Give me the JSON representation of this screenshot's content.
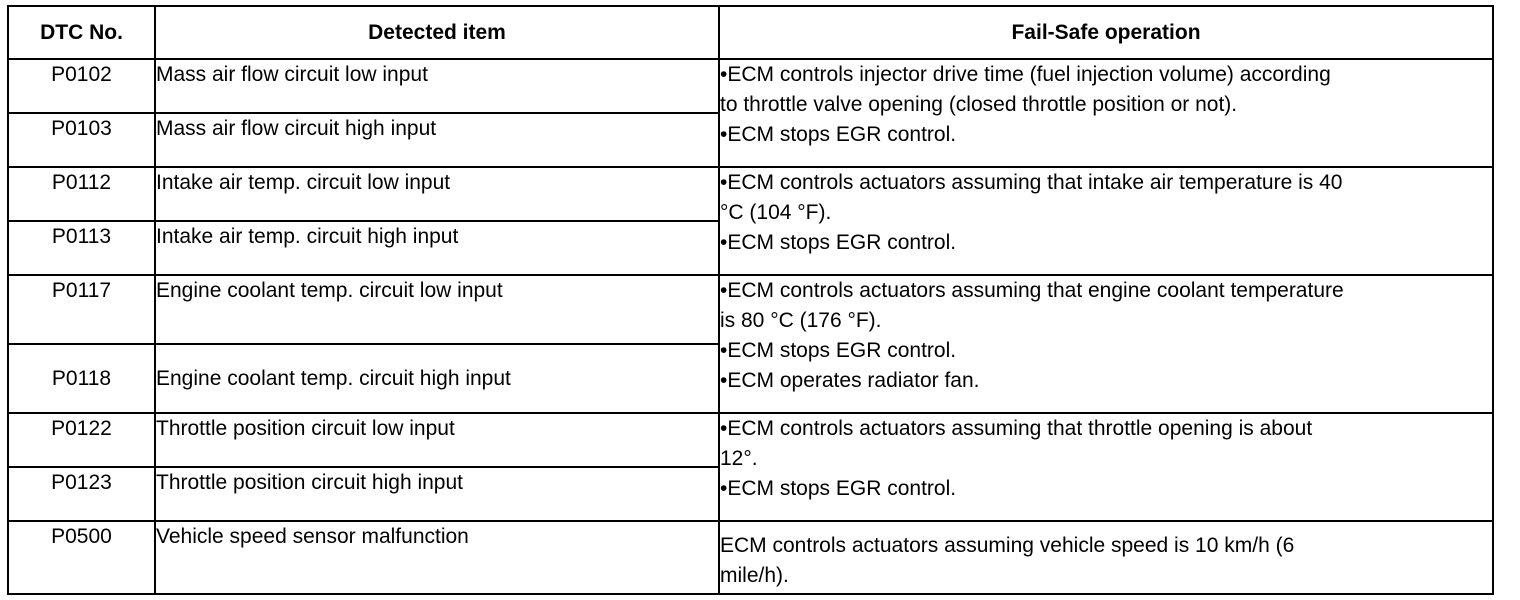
{
  "headers": [
    "DTC No.",
    "Detected item",
    "Fail-Safe operation"
  ],
  "rows": [
    {
      "code": "P0102",
      "item": "Mass air flow circuit low input"
    },
    {
      "code": "P0103",
      "item": "Mass air flow circuit high input"
    },
    {
      "code": "P0112",
      "item": "Intake air temp. circuit low input"
    },
    {
      "code": "P0113",
      "item": "Intake air temp. circuit high input"
    },
    {
      "code": "P0117",
      "item": "Engine coolant temp. circuit low input"
    },
    {
      "code": "P0118",
      "item": "Engine coolant temp. circuit high input"
    },
    {
      "code": "P0122",
      "item": "Throttle position circuit low input"
    },
    {
      "code": "P0123",
      "item": "Throttle position circuit high input"
    },
    {
      "code": "P0500",
      "item": "Vehicle speed sensor malfunction"
    }
  ],
  "operations": [
    {
      "lines": [
        "•ECM controls injector drive time (fuel injection volume) according",
        "to throttle valve opening (closed throttle position or not).",
        "•ECM stops EGR control."
      ]
    },
    {
      "lines": [
        "•ECM controls actuators assuming that intake air temperature is 40",
        "°C (104 °F).",
        "•ECM stops EGR control."
      ]
    },
    {
      "lines": [
        "•ECM controls actuators assuming that engine coolant temperature",
        "is 80 °C (176 °F).",
        "•ECM stops EGR control.",
        "•ECM operates radiator fan."
      ]
    },
    {
      "lines": [
        "•ECM controls actuators assuming that throttle opening is about",
        "12°.",
        "•ECM stops EGR control."
      ]
    },
    {
      "lines": [
        "ECM controls actuators assuming vehicle speed is 10 km/h (6",
        "mile/h)."
      ]
    }
  ]
}
